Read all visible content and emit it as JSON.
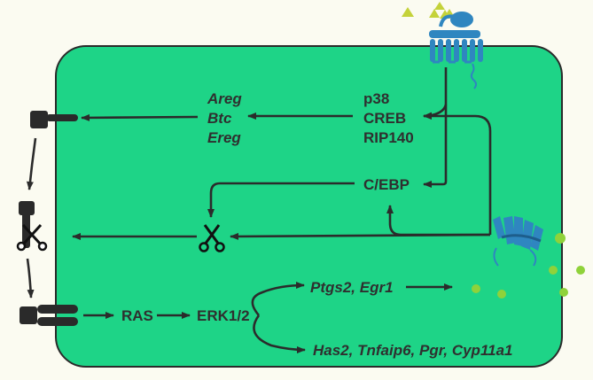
{
  "colors": {
    "cell_fill": "#1ed487",
    "cell_border": "#2a2a2a",
    "background": "#fbfbf1",
    "arrow": "#2b2b2b",
    "text": "#2f2f2f",
    "receptor_blue": "#2f86c0",
    "ligand_triangles": "#c4d23a",
    "particles_green": "#8fd23a"
  },
  "labels": {
    "areg": "Areg",
    "btc": "Btc",
    "ereg": "Ereg",
    "p38": "p38",
    "creb": "CREB",
    "rip140": "RIP140",
    "cebp": "C/EBP",
    "ras": "RAS",
    "erk": "ERK1/2",
    "ptgs2_egr1": "Ptgs2, Egr1",
    "has2_group": "Has2, Tnfaip6, Pgr, Cyp11a1"
  },
  "icons": {
    "gpcr": "gpcr-receptor-icon",
    "channel": "membrane-channel-icon",
    "egf_precursor": "membrane-anchored-egf-precursor-icon",
    "scissors": "scissors-icon",
    "egfr_dimer": "egfr-dimer-icon"
  }
}
